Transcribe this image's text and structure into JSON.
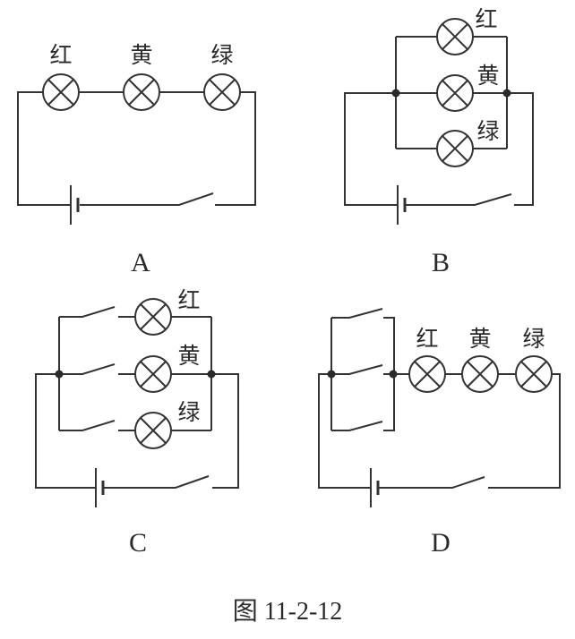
{
  "caption": "图 11-2-12",
  "lamp_names": {
    "red": "红",
    "yellow": "黄",
    "green": "绿"
  },
  "panels": [
    {
      "id": "A",
      "label": "A",
      "topology": "series",
      "lamps": [
        "红",
        "黄",
        "绿"
      ],
      "branch_switches": 0,
      "main_switch": "open"
    },
    {
      "id": "B",
      "label": "B",
      "topology": "parallel",
      "lamps": [
        "红",
        "黄",
        "绿"
      ],
      "branch_switches": 0,
      "main_switch": "open"
    },
    {
      "id": "C",
      "label": "C",
      "topology": "parallel, one switch per lamp branch",
      "lamps": [
        "红",
        "黄",
        "绿"
      ],
      "branch_switches": 3,
      "main_switch": "open"
    },
    {
      "id": "D",
      "label": "D",
      "topology": "three parallel switches in series with three lamps",
      "lamps": [
        "红",
        "黄",
        "绿"
      ],
      "branch_switches": 3,
      "main_switch": "open"
    }
  ],
  "colors": {
    "ink": "#333333",
    "background": "#ffffff"
  }
}
